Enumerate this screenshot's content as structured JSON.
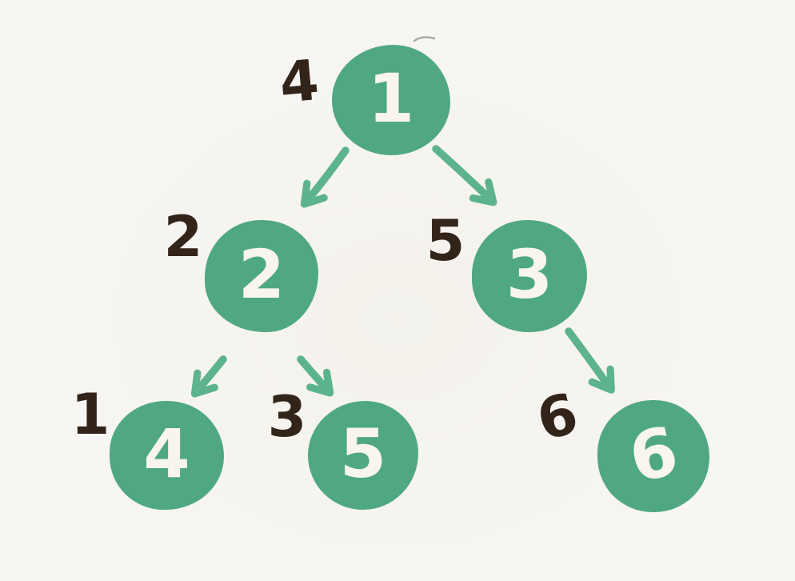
{
  "diagram": {
    "type": "binary-tree",
    "description": "Hand-drawn binary tree with node values and in-order traversal position labels"
  },
  "colors": {
    "background": "#f7f6f3",
    "node_fill": "#4fa882",
    "node_text": "#f8f5ec",
    "arrow": "#4fae85",
    "order_label": "#33241a"
  },
  "nodes": [
    {
      "id": "1",
      "value": "1",
      "order_label": "4"
    },
    {
      "id": "2",
      "value": "2",
      "order_label": "2"
    },
    {
      "id": "3",
      "value": "3",
      "order_label": "5"
    },
    {
      "id": "4",
      "value": "4",
      "order_label": "1"
    },
    {
      "id": "5",
      "value": "5",
      "order_label": "3"
    },
    {
      "id": "6",
      "value": "6",
      "order_label": "6"
    }
  ],
  "edges": [
    {
      "from": "1",
      "to": "2",
      "side": "left"
    },
    {
      "from": "1",
      "to": "3",
      "side": "right"
    },
    {
      "from": "2",
      "to": "4",
      "side": "left"
    },
    {
      "from": "2",
      "to": "5",
      "side": "right"
    },
    {
      "from": "3",
      "to": "6",
      "side": "right"
    }
  ]
}
